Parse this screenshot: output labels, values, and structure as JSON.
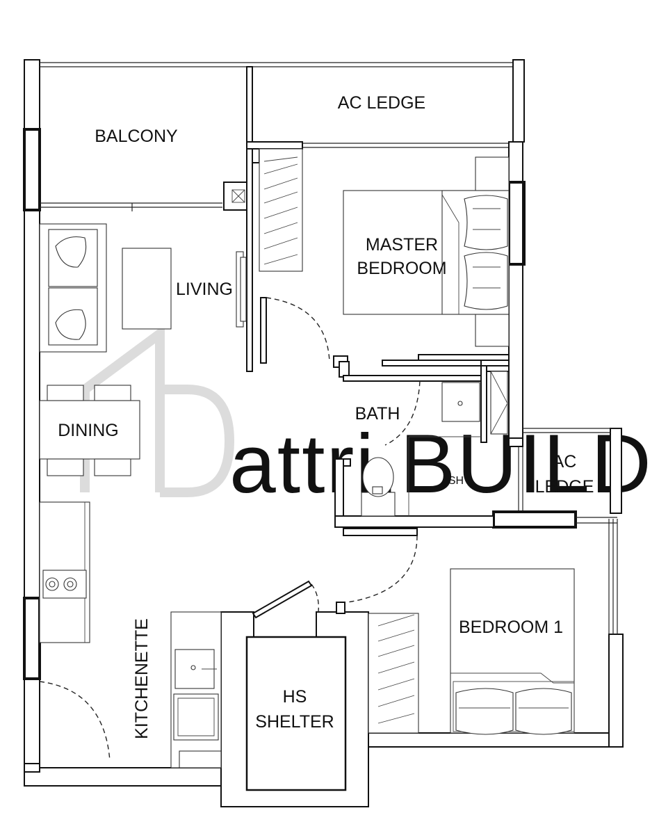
{
  "rooms": {
    "balcony": "BALCONY",
    "ac_ledge_top": "AC LEDGE",
    "living": "LIVING",
    "master_bedroom_line1": "MASTER",
    "master_bedroom_line2": "BEDROOM",
    "dining": "DINING",
    "bath": "BATH",
    "sh": "SH",
    "ac_ledge_right_line1": "AC",
    "ac_ledge_right_line2": "LEDGE",
    "bedroom1": "BEDROOM 1",
    "kitchenette": "KITCHENETTE",
    "hs_line1": "HS",
    "hs_line2": "SHELTER"
  },
  "watermark": "attri.BUILD",
  "colors": {
    "wall": "#111111",
    "watermark": "#d8d8d8",
    "background": "#ffffff"
  }
}
